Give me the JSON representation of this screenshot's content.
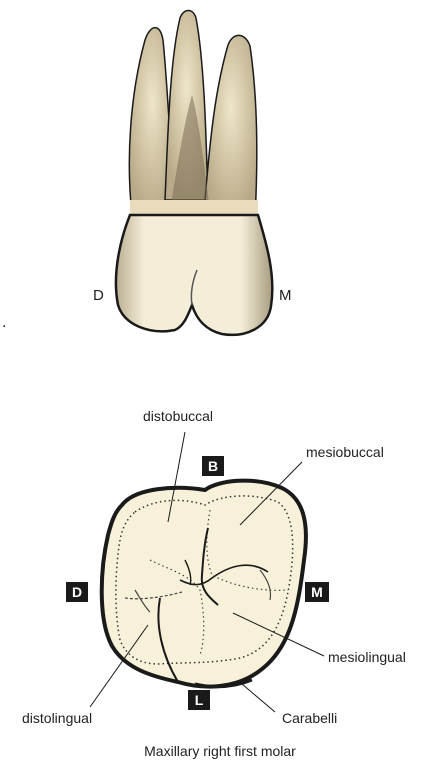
{
  "top_view": {
    "left_label": "D",
    "right_label": "M",
    "bullet": "."
  },
  "occlusal_view": {
    "badges": {
      "top": "B",
      "left": "D",
      "right": "M",
      "bottom": "L"
    },
    "labels": {
      "distobuccal": "distobuccal",
      "mesiobuccal": "mesiobuccal",
      "mesiolingual": "mesiolingual",
      "distolingual": "distolingual",
      "carabelli": "Carabelli"
    },
    "caption": "Maxillary right first molar"
  },
  "colors": {
    "enamel": "#f3ecd2",
    "root": "#ece0c2",
    "outline": "#1a1a1a",
    "badge": "#1a1a1a"
  }
}
